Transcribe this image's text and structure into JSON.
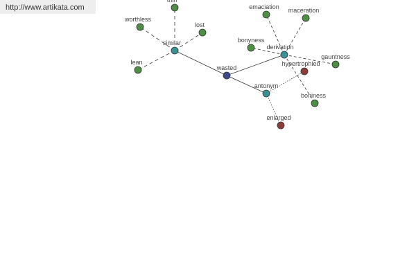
{
  "site_url": "http://www.artikata.com",
  "colors": {
    "center": "#3d4a8c",
    "relation": "#3a9494",
    "word": "#4f8f45",
    "antonym_word": "#8c3d3a",
    "edge": "#333333"
  },
  "graph": {
    "center": {
      "id": "wasted",
      "label": "wasted"
    },
    "relations": [
      {
        "id": "similar",
        "label": "similar"
      },
      {
        "id": "derivation",
        "label": "derivation"
      },
      {
        "id": "antonym",
        "label": "antonym"
      }
    ],
    "words": [
      {
        "id": "thin",
        "label": "thin",
        "relation": "similar"
      },
      {
        "id": "worthless",
        "label": "worthless",
        "relation": "similar"
      },
      {
        "id": "lost",
        "label": "lost",
        "relation": "similar"
      },
      {
        "id": "lean",
        "label": "lean",
        "relation": "similar"
      },
      {
        "id": "emaciation",
        "label": "emaciation",
        "relation": "derivation"
      },
      {
        "id": "maceration",
        "label": "maceration",
        "relation": "derivation"
      },
      {
        "id": "bonyness",
        "label": "bonyness",
        "relation": "derivation"
      },
      {
        "id": "gauntness",
        "label": "gauntness",
        "relation": "derivation"
      },
      {
        "id": "boniness",
        "label": "boniness",
        "relation": "derivation"
      },
      {
        "id": "hypertrophied",
        "label": "hypertrophied",
        "relation": "antonym"
      },
      {
        "id": "enlarged",
        "label": "enlarged",
        "relation": "antonym"
      }
    ]
  }
}
